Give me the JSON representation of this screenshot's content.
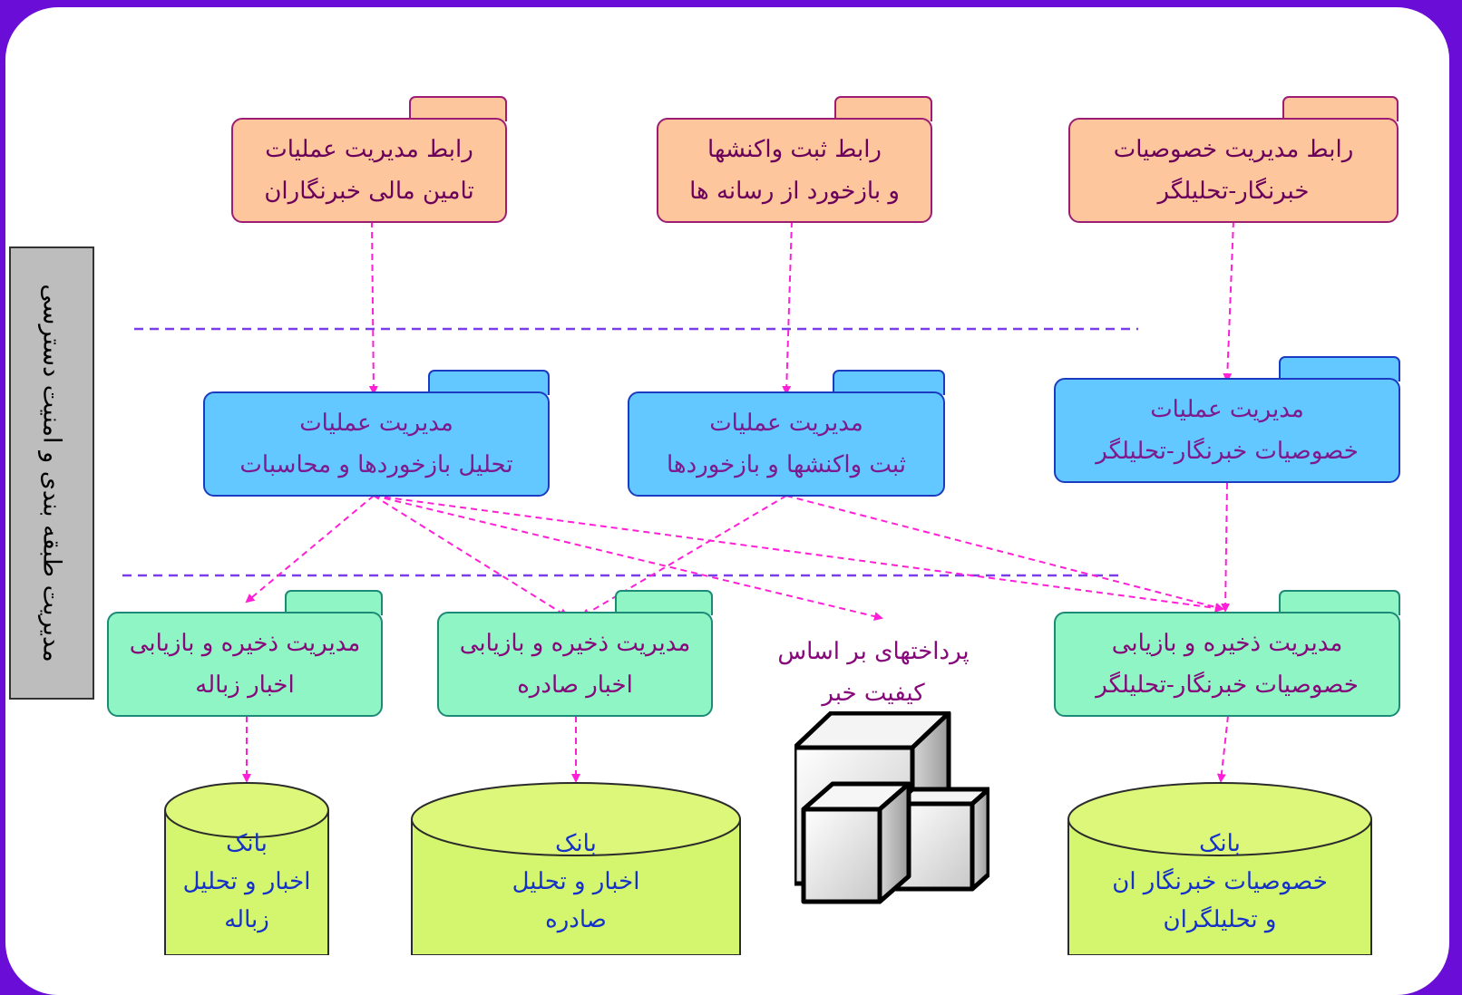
{
  "sidebar": {
    "label": "مدیریت طبقه بندی و امنیت دسترسی"
  },
  "interfaces": [
    {
      "line1": "رابط مدیریت عملیات",
      "line2": "تامین مالی خبرنگاران"
    },
    {
      "line1": "رابط ثبت واکنشها",
      "line2": "و بازخورد از رسانه ها"
    },
    {
      "line1": "رابط مدیریت خصوصیات",
      "line2": "خبرنگار-تحلیلگر"
    }
  ],
  "operations": [
    {
      "line1": "مدیریت عملیات",
      "line2": "تحلیل بازخوردها و محاسبات"
    },
    {
      "line1": "مدیریت عملیات",
      "line2": "ثبت واکنشها و بازخوردها"
    },
    {
      "line1": "مدیریت عملیات",
      "line2": "خصوصیات خبرنگار-تحلیلگر"
    }
  ],
  "storage": [
    {
      "line1": "مدیریت ذخیره و بازیابی",
      "line2": "اخبار زباله"
    },
    {
      "line1": "مدیریت ذخیره و بازیابی",
      "line2": "اخبار صادره"
    },
    {
      "line1": "مدیریت ذخیره و بازیابی",
      "line2": "خصوصیات خبرنگار-تحلیلگر"
    }
  ],
  "payments": {
    "line1": "پرداختهای بر اساس",
    "line2": "کیفیت خبر"
  },
  "databases": [
    {
      "line1": "بانک",
      "line2": "اخبار و تحلیل",
      "line3": "زباله"
    },
    {
      "line1": "بانک",
      "line2": "اخبار و تحلیل",
      "line3": "صادره"
    },
    {
      "line1": "بانک",
      "line2": "خصوصیات خبرنگار ان",
      "line3": "و تحلیلگران"
    }
  ],
  "colors": {
    "frame": "#6a0dd6",
    "interface_fill": "#fdc69c",
    "operation_fill": "#62c8ff",
    "storage_fill": "#8ff5c5",
    "database_fill": "#d4f56e",
    "arrow": "#ff1fd6",
    "layer_separator": "#7a3ee8"
  },
  "icons": {
    "component_cubes": "cubes-icon"
  }
}
